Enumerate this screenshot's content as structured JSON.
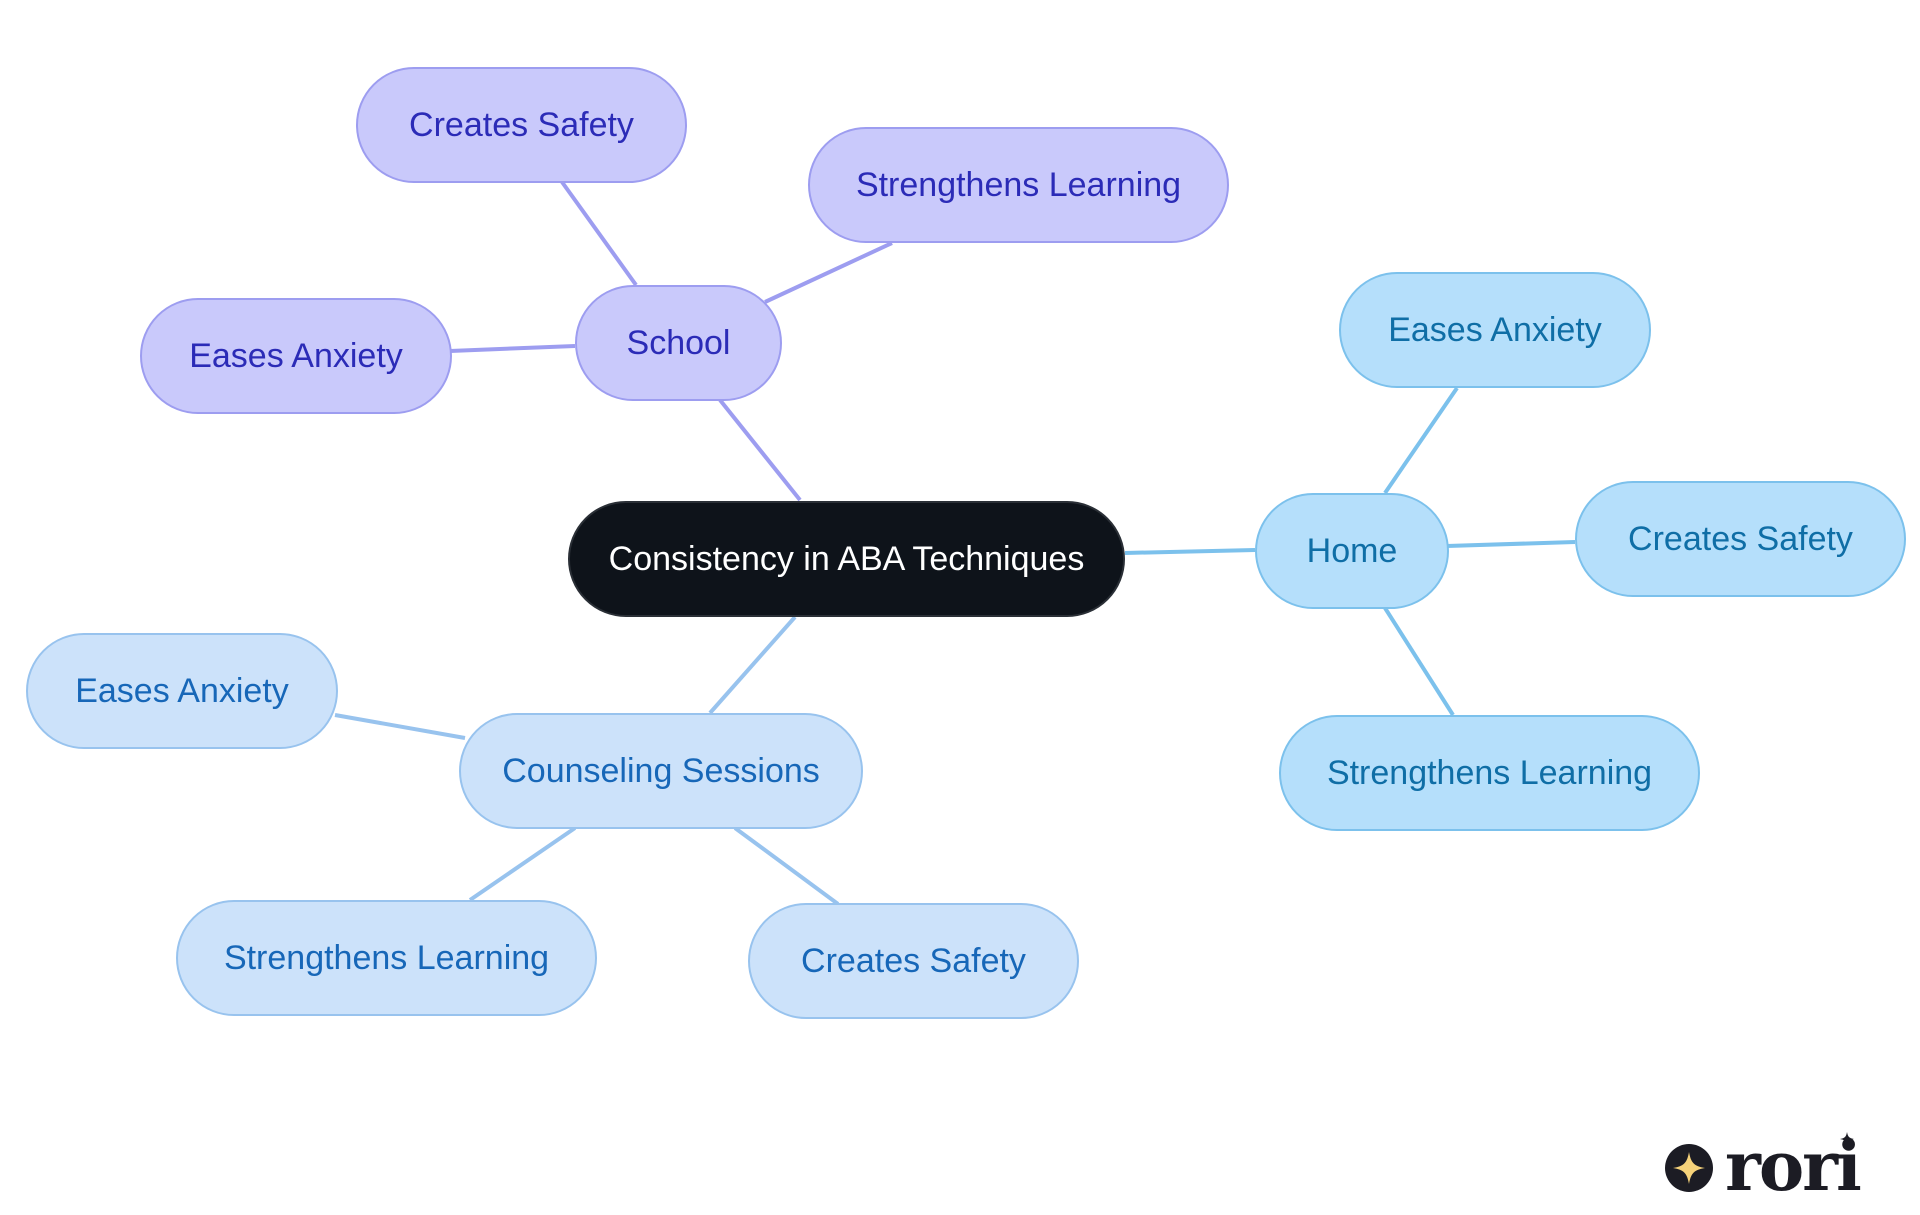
{
  "diagram": {
    "root": {
      "label": "Consistency in ABA Techniques"
    },
    "branches": {
      "school": {
        "label": "School",
        "color": "#9d9df0",
        "children": [
          "Creates Safety",
          "Strengthens Learning",
          "Eases Anxiety"
        ]
      },
      "home": {
        "label": "Home",
        "color": "#7cc1ec",
        "children": [
          "Eases Anxiety",
          "Creates Safety",
          "Strengthens Learning"
        ]
      },
      "counseling": {
        "label": "Counseling Sessions",
        "color": "#98c3ee",
        "children": [
          "Eases Anxiety",
          "Strengthens Learning",
          "Creates Safety"
        ]
      }
    }
  },
  "logo": {
    "text": "rori",
    "icon": "sparkle-star-icon"
  },
  "colors": {
    "root_fill": "#0e131a",
    "school_fill": "#c9c9fb",
    "home_fill": "#b5dffb",
    "counseling_fill": "#cce2fa",
    "logo_star": "#f6d27a",
    "logo_ink": "#1c1c24"
  }
}
